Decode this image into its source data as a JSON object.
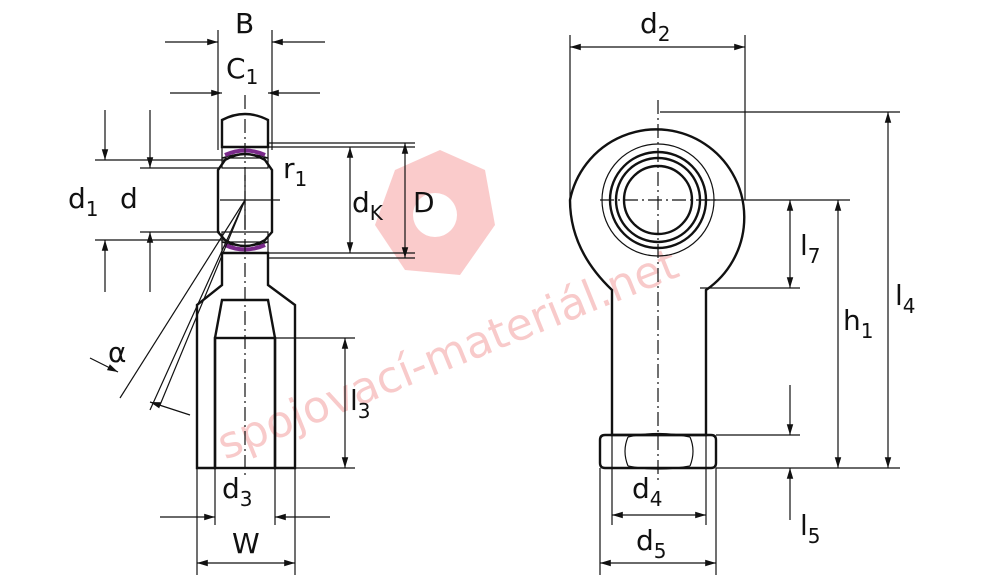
{
  "diagram": {
    "title": "Rod end with female thread - dimension drawing",
    "labels": {
      "B": "B",
      "C1": {
        "main": "C",
        "sub": "1"
      },
      "r1": {
        "main": "r",
        "sub": "1"
      },
      "d1": {
        "main": "d",
        "sub": "1"
      },
      "d": "d",
      "dK": {
        "main": "d",
        "sub": "K"
      },
      "D": "D",
      "alpha": "α",
      "l3": {
        "main": "l",
        "sub": "3"
      },
      "d3": {
        "main": "d",
        "sub": "3"
      },
      "W": "W",
      "d2": {
        "main": "d",
        "sub": "2"
      },
      "l7": {
        "main": "l",
        "sub": "7"
      },
      "h1": {
        "main": "h",
        "sub": "1"
      },
      "l4": {
        "main": "l",
        "sub": "4"
      },
      "d4": {
        "main": "d",
        "sub": "4"
      },
      "d5": {
        "main": "d",
        "sub": "5"
      },
      "l5": {
        "main": "l",
        "sub": "5"
      }
    },
    "watermark": "spojovací-materiál.net",
    "colors": {
      "line": "#111111",
      "seal": "#7a2a8a",
      "watermark": "#f08a8a"
    }
  }
}
